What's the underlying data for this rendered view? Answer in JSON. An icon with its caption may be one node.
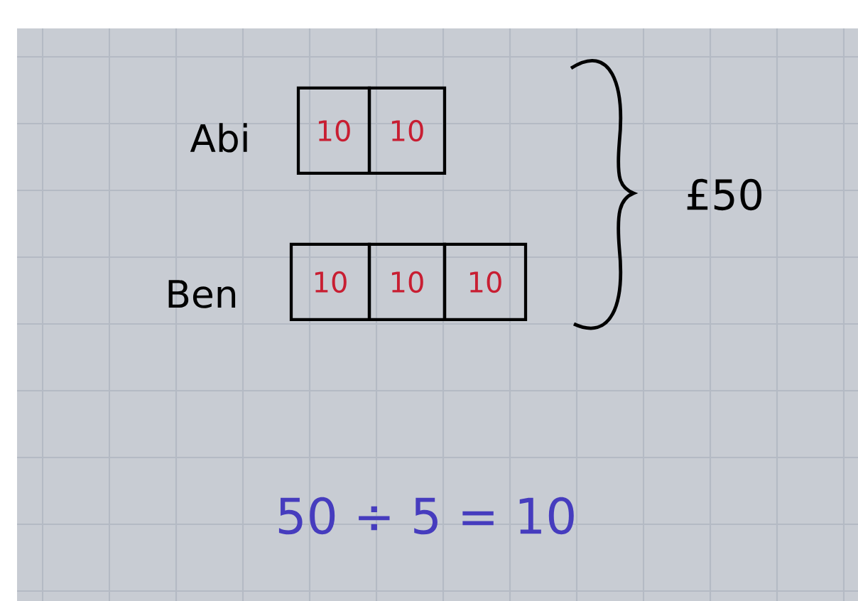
{
  "diagram": {
    "nodes": [
      {
        "text": [
          "10"
        ]
      },
      {
        "text": [
          "10"
        ]
      },
      {
        "text": [
          "10"
        ]
      },
      {
        "text": [
          "10"
        ]
      },
      {
        "text": [
          "10"
        ]
      }
    ],
    "labels": [
      "Abi",
      "Ben",
      "£50",
      "50 ÷ 5 = 10"
    ]
  }
}
